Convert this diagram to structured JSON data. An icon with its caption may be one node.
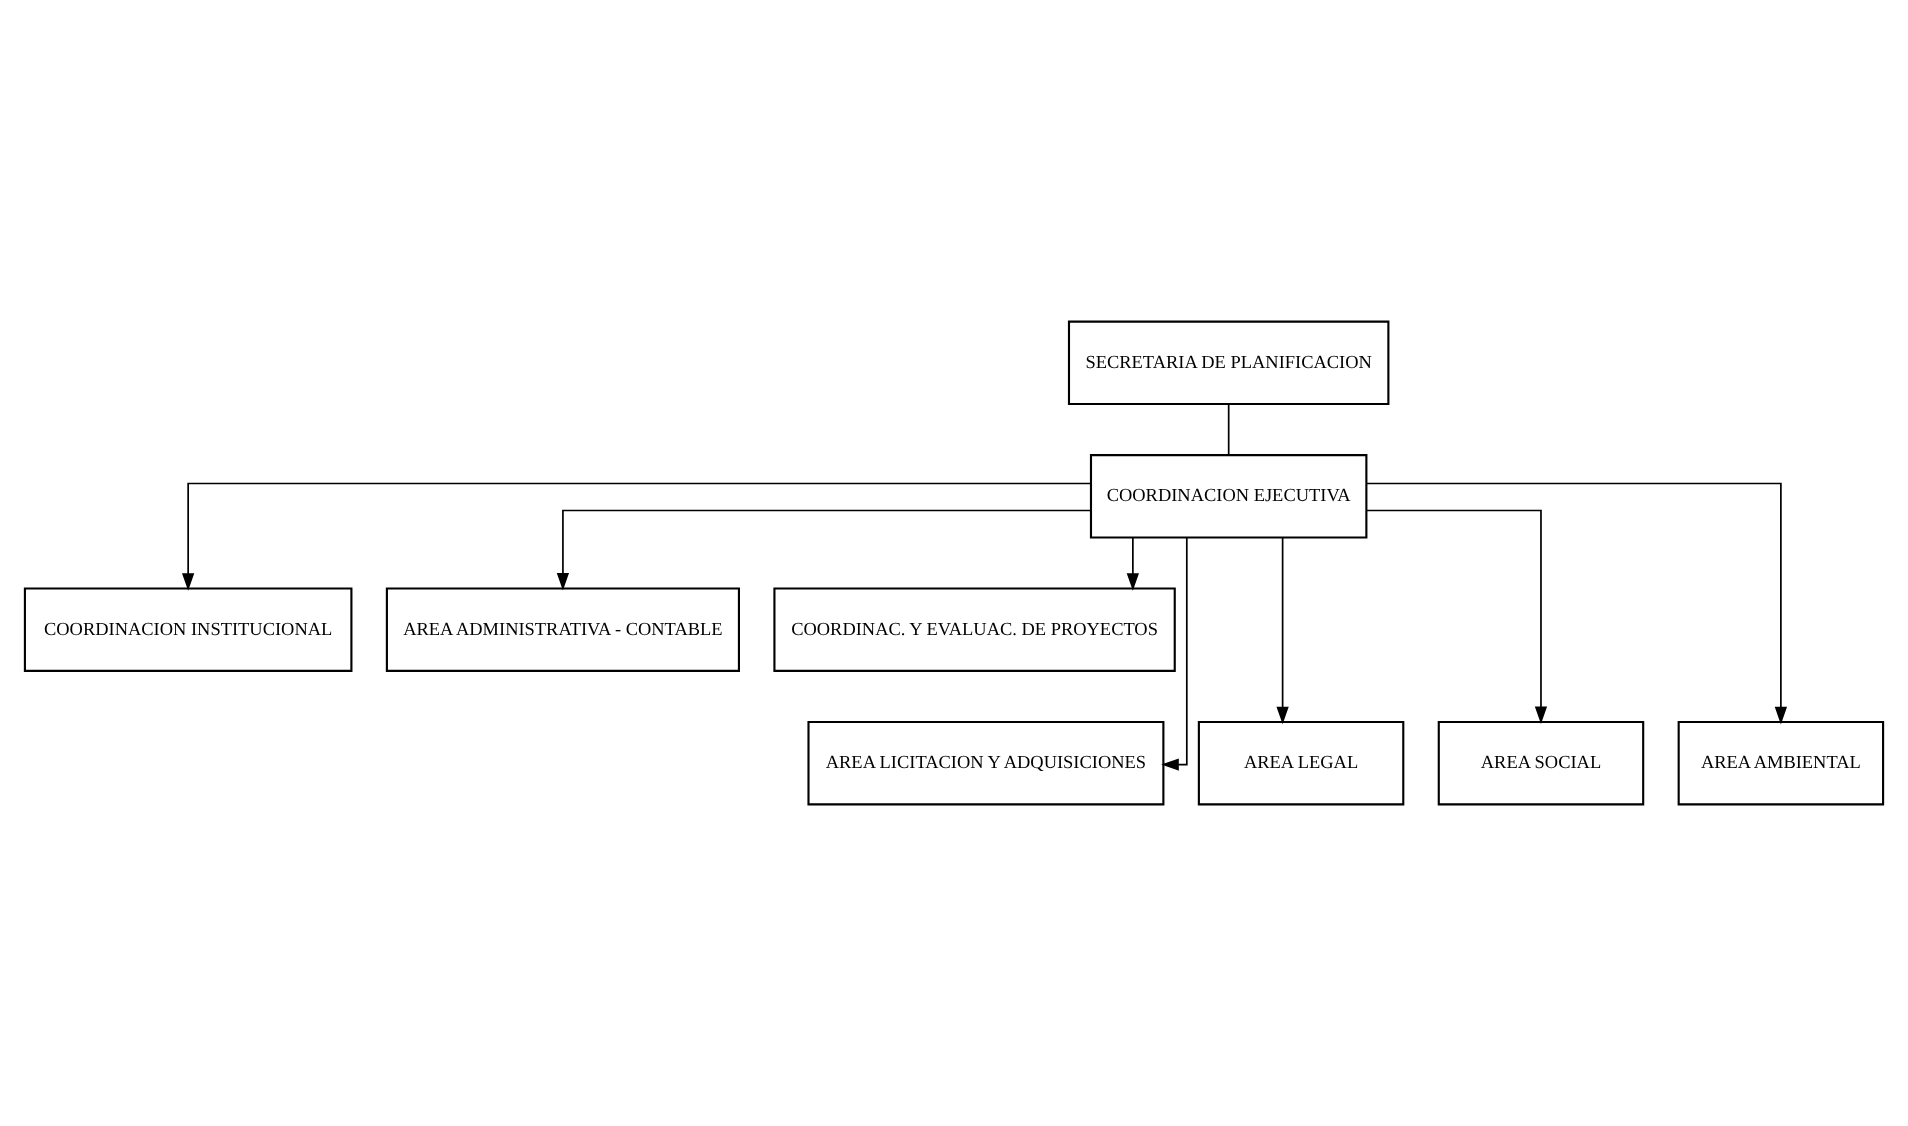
{
  "diagram": {
    "nodes": [
      {
        "text": [
          "SECRETARIA DE PLANIFICACION"
        ]
      },
      {
        "text": [
          "COORDINACION EJECUTIVA"
        ]
      },
      {
        "text": [
          "COORDINACION INSTITUCIONAL"
        ]
      },
      {
        "text": [
          "AREA ADMINISTRATIVA - CONTABLE"
        ]
      },
      {
        "text": [
          "COORDINAC. Y EVALUAC. DE PROYECTOS"
        ]
      },
      {
        "text": [
          "AREA LICITACION Y ADQUISICIONES"
        ]
      },
      {
        "text": [
          "AREA LEGAL"
        ]
      },
      {
        "text": [
          "AREA SOCIAL"
        ]
      },
      {
        "text": [
          "AREA AMBIENTAL"
        ]
      }
    ],
    "edges": [
      {
        "from": 0,
        "to": 1,
        "arrow": "none"
      },
      {
        "from": 1,
        "to": 2,
        "arrow": "to"
      },
      {
        "from": 1,
        "to": 3,
        "arrow": "to"
      },
      {
        "from": 1,
        "to": 4,
        "arrow": "to"
      },
      {
        "from": 1,
        "to": 5,
        "arrow": "to"
      },
      {
        "from": 1,
        "to": 6,
        "arrow": "to"
      },
      {
        "from": 1,
        "to": 7,
        "arrow": "to"
      },
      {
        "from": 1,
        "to": 8,
        "arrow": "to"
      }
    ]
  }
}
